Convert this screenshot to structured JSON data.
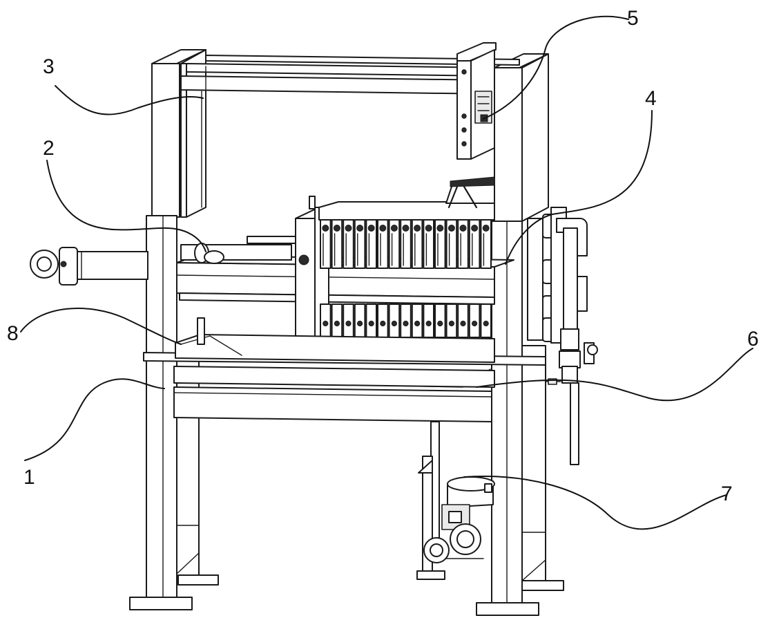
{
  "labels": [
    {
      "id": "1",
      "text": "1"
    },
    {
      "id": "2",
      "text": "2"
    },
    {
      "id": "3",
      "text": "3"
    },
    {
      "id": "4",
      "text": "4"
    },
    {
      "id": "5",
      "text": "5"
    },
    {
      "id": "6",
      "text": "6"
    },
    {
      "id": "7",
      "text": "7"
    },
    {
      "id": "8",
      "text": "8"
    }
  ],
  "colors": {
    "line": "#1a1a1a",
    "background": "#ffffff",
    "shade": "#e9e9e9"
  }
}
